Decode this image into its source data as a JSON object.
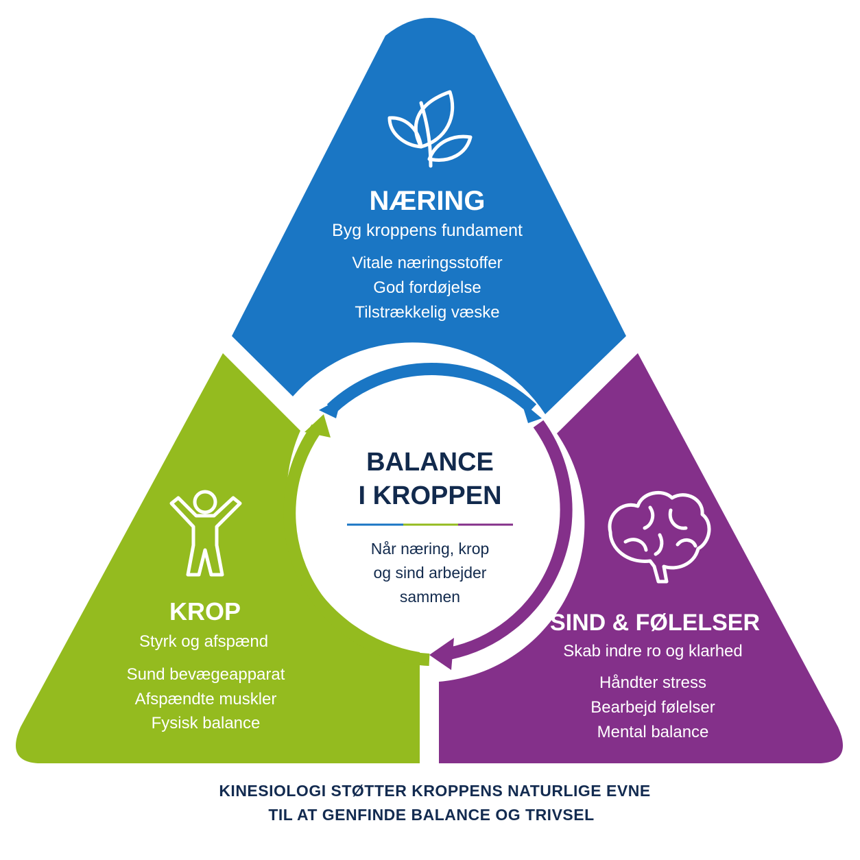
{
  "colors": {
    "blue": "#1a76c4",
    "green": "#94bb1f",
    "purple": "#84308a",
    "navy": "#122a4d"
  },
  "naering": {
    "icon": "leaves-icon",
    "title": "NÆRING",
    "subtitle": "Byg kroppens fundament",
    "items": [
      "Vitale næringsstoffer",
      "God fordøjelse",
      "Tilstrækkelig væske"
    ]
  },
  "krop": {
    "icon": "person-arms-raised-icon",
    "title": "KROP",
    "subtitle": "Styrk og afspænd",
    "items": [
      "Sund bevægeapparat",
      "Afspændte muskler",
      "Fysisk balance"
    ]
  },
  "sind": {
    "icon": "brain-icon",
    "title": "SIND & FØLELSER",
    "subtitle": "Skab indre ro og klarhed",
    "items": [
      "Håndter stress",
      "Bearbejd følelser",
      "Mental balance"
    ]
  },
  "center": {
    "title_line1": "BALANCE",
    "title_line2": "I KROPPEN",
    "text_line1": "Når næring, krop",
    "text_line2": "og sind arbejder",
    "text_line3": "sammen"
  },
  "footer": {
    "line1": "KINESIOLOGI STØTTER KROPPENS NATURLIGE EVNE",
    "line2": "TIL AT GENFINDE BALANCE OG TRIVSEL"
  }
}
